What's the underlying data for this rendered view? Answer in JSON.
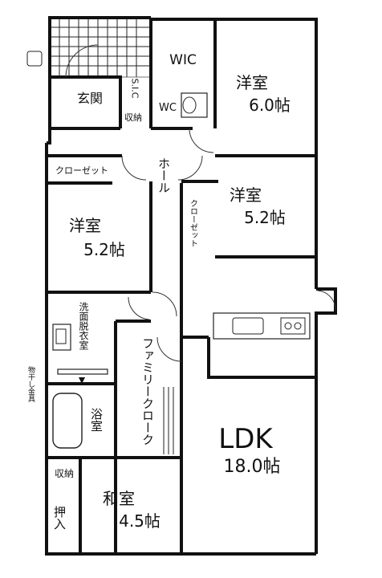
{
  "rooms": {
    "entrance": "玄関",
    "shoe_closet": "S.I.C",
    "storage_entry": "収納",
    "wic": "WIC",
    "wc": "WC",
    "hall": "ホール",
    "closet_top": "クローゼット",
    "closet_side": "クローゼット",
    "west_room_top_name": "洋室",
    "west_room_top_size": "6.0帖",
    "west_room_mid_name": "洋室",
    "west_room_mid_size": "5.2帖",
    "west_room_left_name": "洋室",
    "west_room_left_size": "5.2帖",
    "washroom": "洗面脱衣室",
    "laundry": "物干し金具",
    "bath": "浴室",
    "family_cloak": "ファミリークローク",
    "ldk_name": "LDK",
    "ldk_size": "18.0帖",
    "storage_bottom": "収納",
    "washitsu_name": "和室",
    "washitsu_size": "4.5帖",
    "oshiire": "押入"
  }
}
